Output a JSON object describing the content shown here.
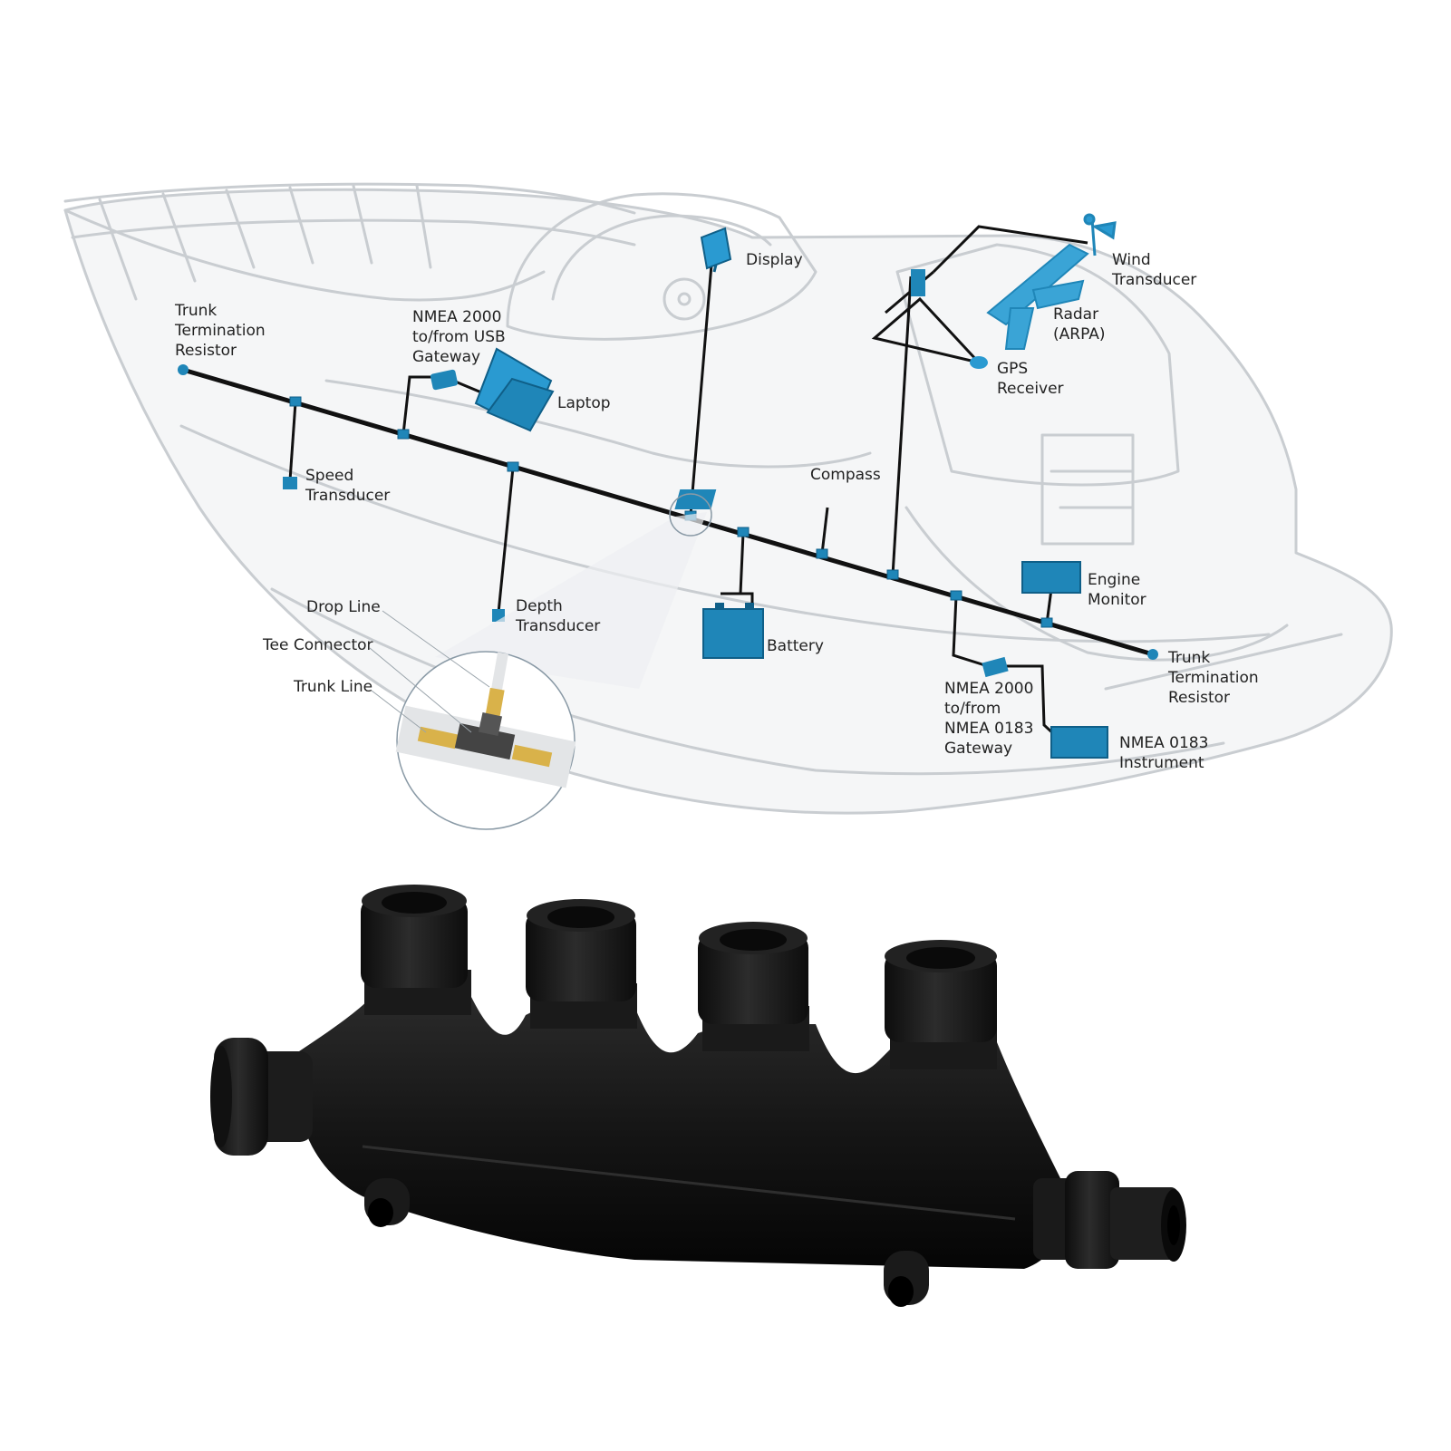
{
  "colors": {
    "background": "#ffffff",
    "hull_outline": "#c9cdd1",
    "hull_fill": "#f5f6f7",
    "trunk_line": "#111111",
    "device_blue": "#1f86b8",
    "device_blue_dark": "#0f5f88",
    "connector_gold": "#d9b24a",
    "tee_body": "#444444",
    "product_black": "#151515"
  },
  "labels": {
    "trunk_termination_resistor_left": [
      "Trunk",
      "Termination",
      "Resistor"
    ],
    "nmea2000_usb_gateway": [
      "NMEA 2000",
      "to/from USB",
      "Gateway"
    ],
    "laptop": [
      "Laptop"
    ],
    "display": [
      "Display"
    ],
    "wind_transducer": [
      "Wind",
      "Transducer"
    ],
    "radar": [
      "Radar",
      "(ARPA)"
    ],
    "gps_receiver": [
      "GPS",
      "Receiver"
    ],
    "speed_transducer": [
      "Speed",
      "Transducer"
    ],
    "compass": [
      "Compass"
    ],
    "engine_monitor": [
      "Engine",
      "Monitor"
    ],
    "drop_line": [
      "Drop Line"
    ],
    "tee_connector": [
      "Tee Connector"
    ],
    "trunk_line": [
      "Trunk Line"
    ],
    "depth_transducer": [
      "Depth",
      "Transducer"
    ],
    "battery": [
      "Battery"
    ],
    "trunk_termination_resistor_right": [
      "Trunk",
      "Termination",
      "Resistor"
    ],
    "nmea2000_0183_gateway": [
      "NMEA 2000",
      "to/from",
      "NMEA 0183",
      "Gateway"
    ],
    "nmea0183_instrument": [
      "NMEA 0183",
      "Instrument"
    ]
  },
  "icons": {
    "laptop": "laptop-icon",
    "display": "display-icon",
    "radar": "radar-icon",
    "wind": "wind-vane-icon",
    "battery": "battery-icon",
    "gps": "gps-dome-icon"
  }
}
